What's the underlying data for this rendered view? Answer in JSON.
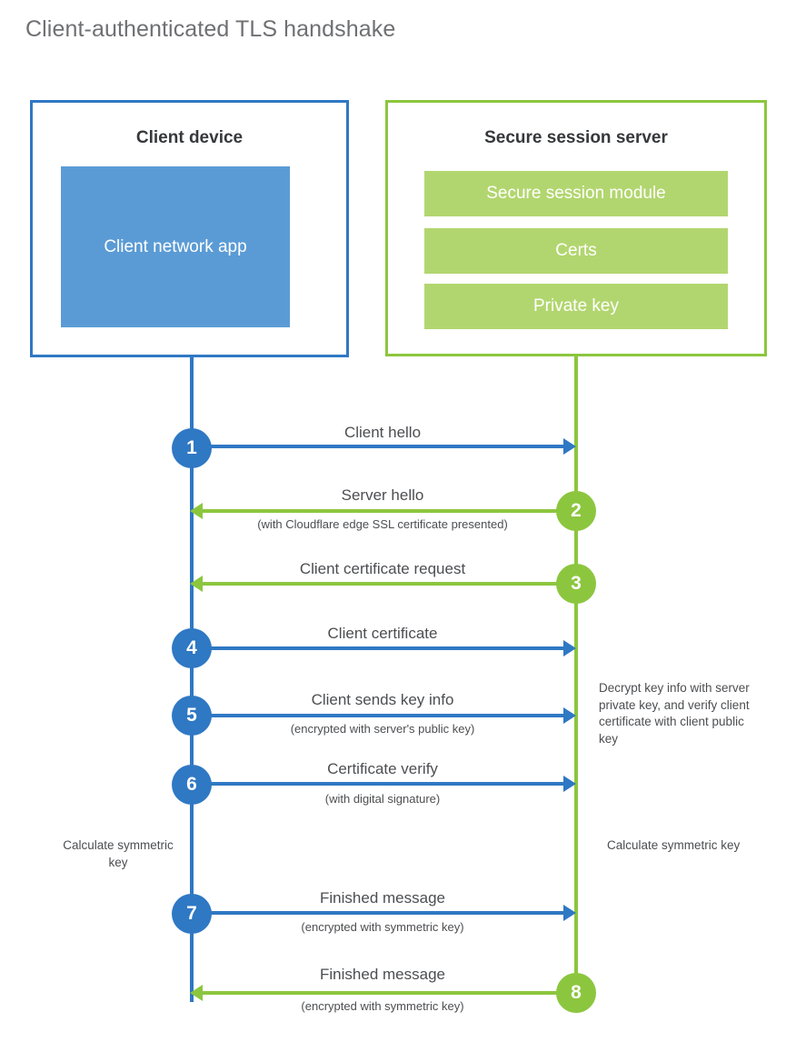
{
  "title": "Client-authenticated TLS handshake",
  "colors": {
    "client_blue": "#2f78c4",
    "client_app_fill": "#5b9bd5",
    "server_green": "#8cc63e",
    "server_bar_fill": "#b2d66f",
    "text_gray": "#4c4e51",
    "title_gray": "#6f7073",
    "heading_dark": "#36383b"
  },
  "client": {
    "heading": "Client device",
    "app_label": "Client network app"
  },
  "server": {
    "heading": "Secure session server",
    "components": [
      "Secure session module",
      "Certs",
      "Private key"
    ]
  },
  "steps": [
    {
      "number": "1",
      "label": "Client hello",
      "sublabel": "",
      "direction": "client-to-server",
      "color": "client_blue"
    },
    {
      "number": "2",
      "label": "Server hello",
      "sublabel": "(with Cloudflare edge SSL certificate presented)",
      "direction": "server-to-client",
      "color": "server_green"
    },
    {
      "number": "3",
      "label": "Client certificate request",
      "sublabel": "",
      "direction": "server-to-client",
      "color": "server_green"
    },
    {
      "number": "4",
      "label": "Client certificate",
      "sublabel": "",
      "direction": "client-to-server",
      "color": "client_blue"
    },
    {
      "number": "5",
      "label": "Client sends key info",
      "sublabel": "(encrypted with server's public key)",
      "direction": "client-to-server",
      "color": "client_blue"
    },
    {
      "number": "6",
      "label": "Certificate verify",
      "sublabel": "(with digital signature)",
      "direction": "client-to-server",
      "color": "client_blue"
    },
    {
      "number": "7",
      "label": "Finished message",
      "sublabel": "(encrypted with symmetric key)",
      "direction": "client-to-server",
      "color": "client_blue"
    },
    {
      "number": "8",
      "label": "Finished message",
      "sublabel": "(encrypted with symmetric key)",
      "direction": "server-to-client",
      "color": "server_green"
    }
  ],
  "annotations": {
    "server_decrypt": "Decrypt key info with server private key, and verify client certificate with client public key",
    "client_calculate": "Calculate symmetric key",
    "server_calculate": "Calculate symmetric key"
  }
}
